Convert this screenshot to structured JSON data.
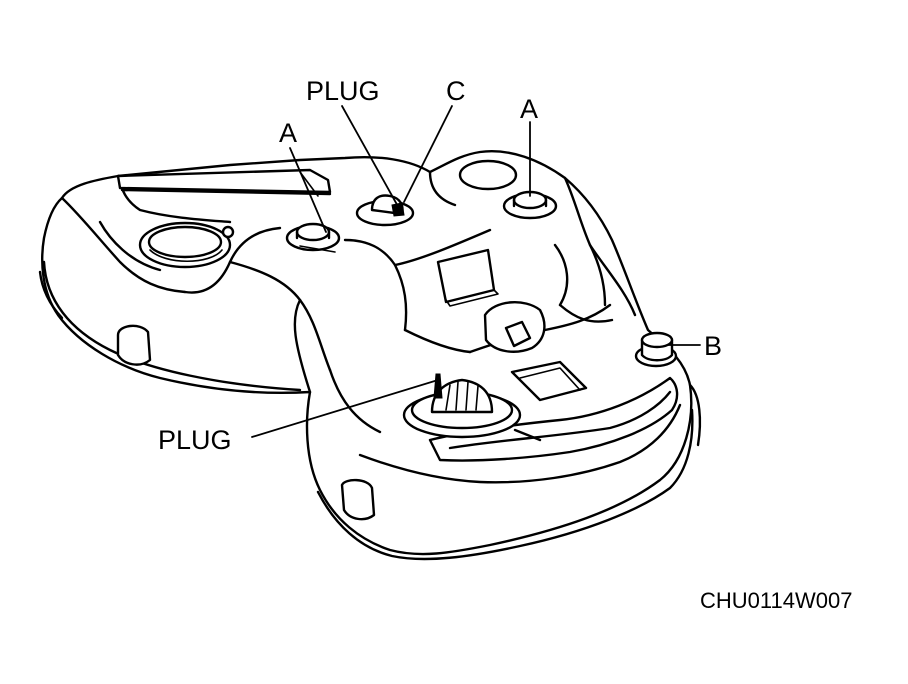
{
  "labels": {
    "plug_top": "PLUG",
    "c": "C",
    "a_left": "A",
    "a_right": "A",
    "b": "B",
    "plug_bottom": "PLUG"
  },
  "figure_code": "CHU0114W007"
}
